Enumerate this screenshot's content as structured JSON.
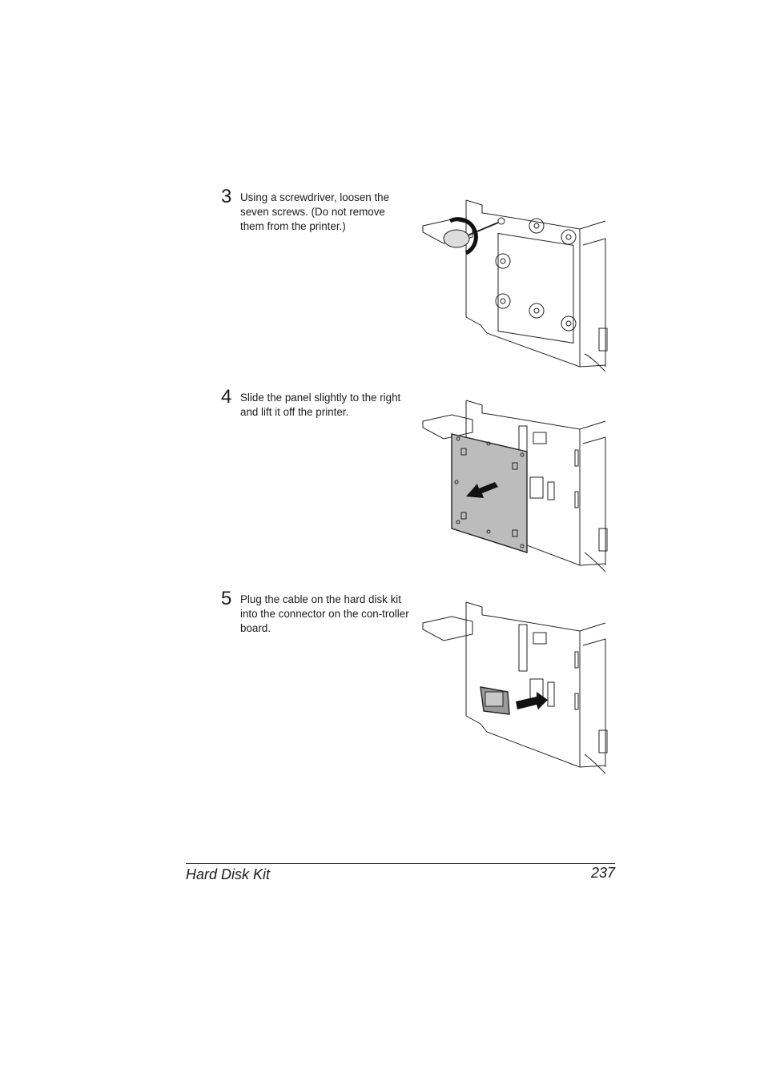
{
  "steps": [
    {
      "number": "3",
      "text": "Using a screwdriver, loosen the seven screws. (Do not remove them from the printer.)"
    },
    {
      "number": "4",
      "text": "Slide the panel slightly to the right and lift it off the printer."
    },
    {
      "number": "5",
      "text": "Plug the cable on the hard disk kit into the connector on the con-troller board."
    }
  ],
  "footer": {
    "section_title": "Hard Disk Kit",
    "page_number": "237"
  },
  "illustrations": [
    {
      "icon": "screwdriver-loosen-screws-illustration"
    },
    {
      "icon": "remove-panel-illustration"
    },
    {
      "icon": "plug-hard-disk-illustration"
    }
  ]
}
